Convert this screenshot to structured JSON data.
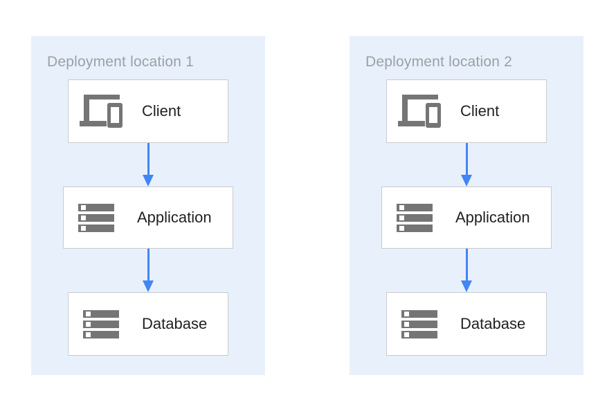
{
  "diagram": {
    "colors": {
      "panel_background": "#E8F1FB",
      "arrow_blue": "#4285F4",
      "icon_gray": "#757575",
      "title_gray": "#9AA0A6",
      "node_border": "#C8CACD",
      "label_color": "#212121"
    },
    "panels": [
      {
        "title": "Deployment location 1",
        "nodes": [
          {
            "label": "Client",
            "icon": "devices-icon"
          },
          {
            "label": "Application",
            "icon": "server-stack-icon"
          },
          {
            "label": "Database",
            "icon": "server-stack-icon"
          }
        ]
      },
      {
        "title": "Deployment location 2",
        "nodes": [
          {
            "label": "Client",
            "icon": "devices-icon"
          },
          {
            "label": "Application",
            "icon": "server-stack-icon"
          },
          {
            "label": "Database",
            "icon": "server-stack-icon"
          }
        ]
      }
    ]
  }
}
